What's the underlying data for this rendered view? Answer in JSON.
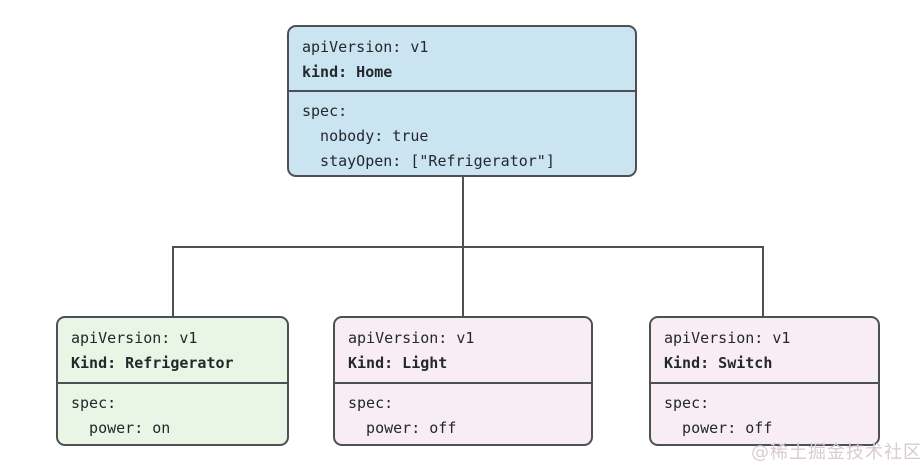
{
  "nodes": {
    "home": {
      "header_line1": "apiVersion: v1",
      "header_line2": "kind: Home",
      "body_line1": "spec:",
      "body_line2": "  nobody: true",
      "body_line3": "  stayOpen: [\"Refrigerator\"]",
      "fill": "#cbe4f1"
    },
    "refrigerator": {
      "header_line1": "apiVersion: v1",
      "header_line2": "Kind: Refrigerator",
      "body_line1": "spec:",
      "body_line2": "  power: on",
      "fill": "#e9f5e5"
    },
    "light": {
      "header_line1": "apiVersion: v1",
      "header_line2": "Kind: Light",
      "body_line1": "spec:",
      "body_line2": "  power: off",
      "fill": "#f9edf4"
    },
    "switch": {
      "header_line1": "apiVersion: v1",
      "header_line2": "Kind: Switch",
      "body_line1": "spec:",
      "body_line2": "  power: off",
      "fill": "#f9edf4"
    }
  },
  "colors": {
    "border": "#4d5055",
    "connector": "#4d5055",
    "text": "#23282d",
    "home_fill": "#cbe4f1",
    "refrigerator_fill": "#e9f5e5",
    "light_fill": "#f9edf4",
    "switch_fill": "#f9edf4"
  },
  "watermark": "@稀土掘金技术社区"
}
